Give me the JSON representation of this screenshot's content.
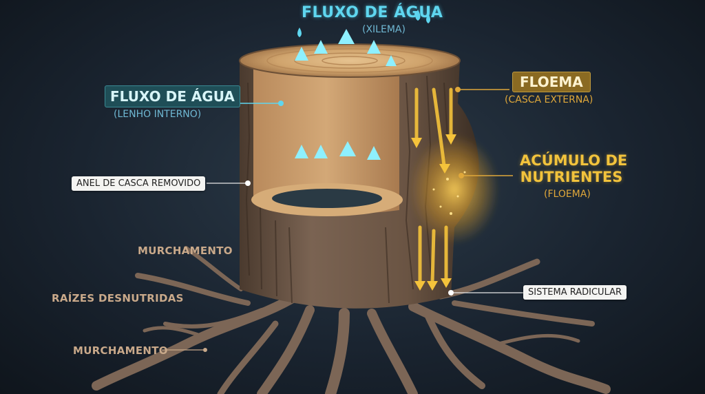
{
  "labels": {
    "top_title": "FLUXO DE ÁGUA",
    "top_subtitle": "(XILEMA)",
    "left_title": "FLUXO DE ÁGUA",
    "left_subtitle": "(LENHO INTERNO)",
    "phloem_title": "FLOEMA",
    "phloem_subtitle": "(CASCA EXTERNA)",
    "nutrients_line1": "ACÚMULO DE",
    "nutrients_line2": "NUTRIENTES",
    "nutrients_subtitle": "(FLOEMA)",
    "ring_removed": "ANEL DE CASCA REMOVIDO",
    "root_system": "SISTEMA RADICULAR",
    "wilting_1": "MURCHAMENTO",
    "roots_undernourished": "RAÍZES DESNUTRIDAS",
    "wilting_2": "MURCHAMENTO"
  },
  "colors": {
    "water": "#5fd6ef",
    "phloem": "#f2c33c",
    "bark": "#6b5442",
    "wood": "#c79a6b",
    "background": "#1a2430"
  },
  "icons": [
    "water-drop-icon"
  ]
}
